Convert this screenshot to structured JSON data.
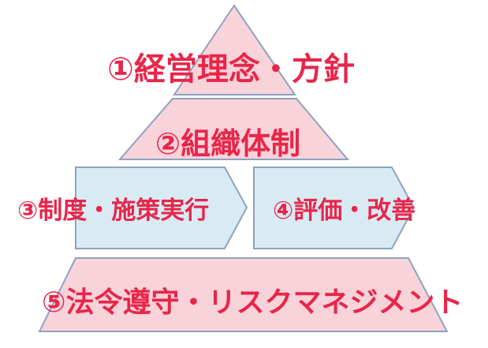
{
  "colors": {
    "text": "#e8264a",
    "pink_fill": "#f8d3d9",
    "blue_fill": "#d8ebf3",
    "stroke": "#8da3c0"
  },
  "tiers": {
    "top": {
      "label": "①経営理念・方針"
    },
    "second": {
      "label": "②組織体制"
    },
    "third_left": {
      "label": "③制度・施策実行"
    },
    "third_right": {
      "label": "④評価・改善"
    },
    "bottom": {
      "label": "⑤法令遵守・リスクマネジメント"
    }
  }
}
